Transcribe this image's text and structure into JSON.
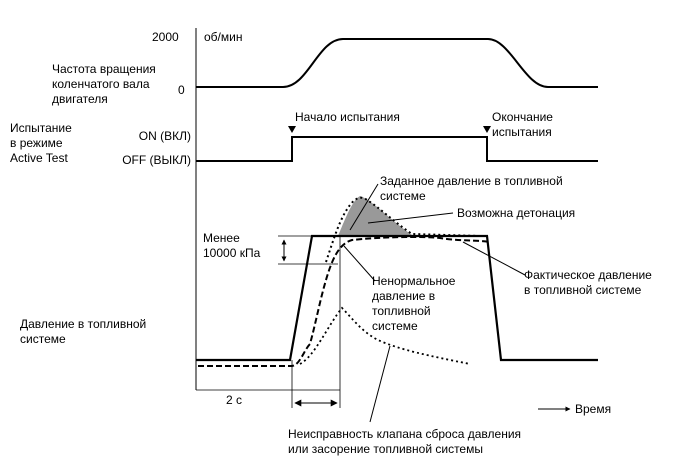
{
  "rpm": {
    "label_lines": [
      "Частота вращения",
      "коленчатого вала",
      "двигателя"
    ],
    "value_high": "2000",
    "unit": "об/мин",
    "value_low": "0"
  },
  "active_test": {
    "label_lines": [
      "Испытание",
      "в режиме",
      "Active Test"
    ],
    "on_label": "ON (ВКЛ)",
    "off_label": "OFF (ВЫКЛ)",
    "start_label": "Начало испытания",
    "end_label_lines": [
      "Окончание",
      "испытания"
    ]
  },
  "pressure": {
    "label_lines": [
      "Давление в топливной",
      "системе"
    ],
    "target_lines": [
      "Заданное давление в топливной",
      "системе"
    ],
    "detonation": "Возможна детонация",
    "less_lines": [
      "Менее",
      "10000 кПа"
    ],
    "actual_lines": [
      "Фактическое давление",
      "в топливной системе"
    ],
    "abnormal_lines": [
      "Ненормальное",
      "давление в",
      "топливной",
      "системе"
    ],
    "fault_lines": [
      "Неисправность клапана сброса давления",
      "или засорение топливной системы"
    ]
  },
  "time_axis": {
    "interval": "2 с",
    "label": "Время"
  },
  "colors": {
    "line": "#000000",
    "detonation_fill": "#999999"
  }
}
